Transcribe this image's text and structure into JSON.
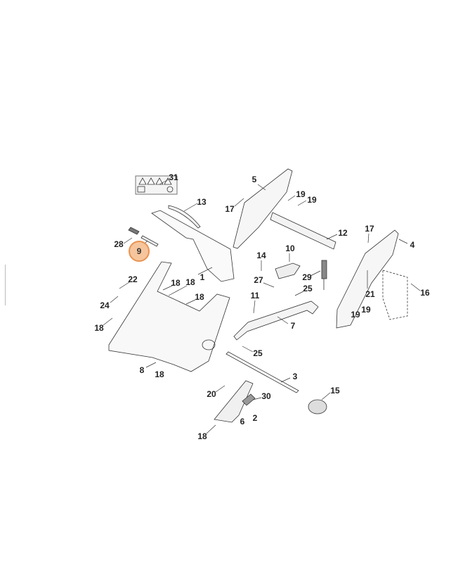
{
  "diagram": {
    "title_callouts": [
      "31",
      "13",
      "5",
      "17",
      "19",
      "19",
      "12",
      "17",
      "4",
      "28",
      "1",
      "14",
      "10",
      "27",
      "29",
      "25",
      "21",
      "16",
      "19",
      "19",
      "22",
      "24",
      "18",
      "18",
      "18",
      "18",
      "11",
      "7",
      "25",
      "8",
      "18",
      "3",
      "20",
      "30",
      "15",
      "6",
      "2",
      "18"
    ],
    "highlighted_part": "9",
    "colors": {
      "highlight_fill": "#f6c59c",
      "highlight_stroke": "#e99352",
      "line": "#333333"
    }
  }
}
